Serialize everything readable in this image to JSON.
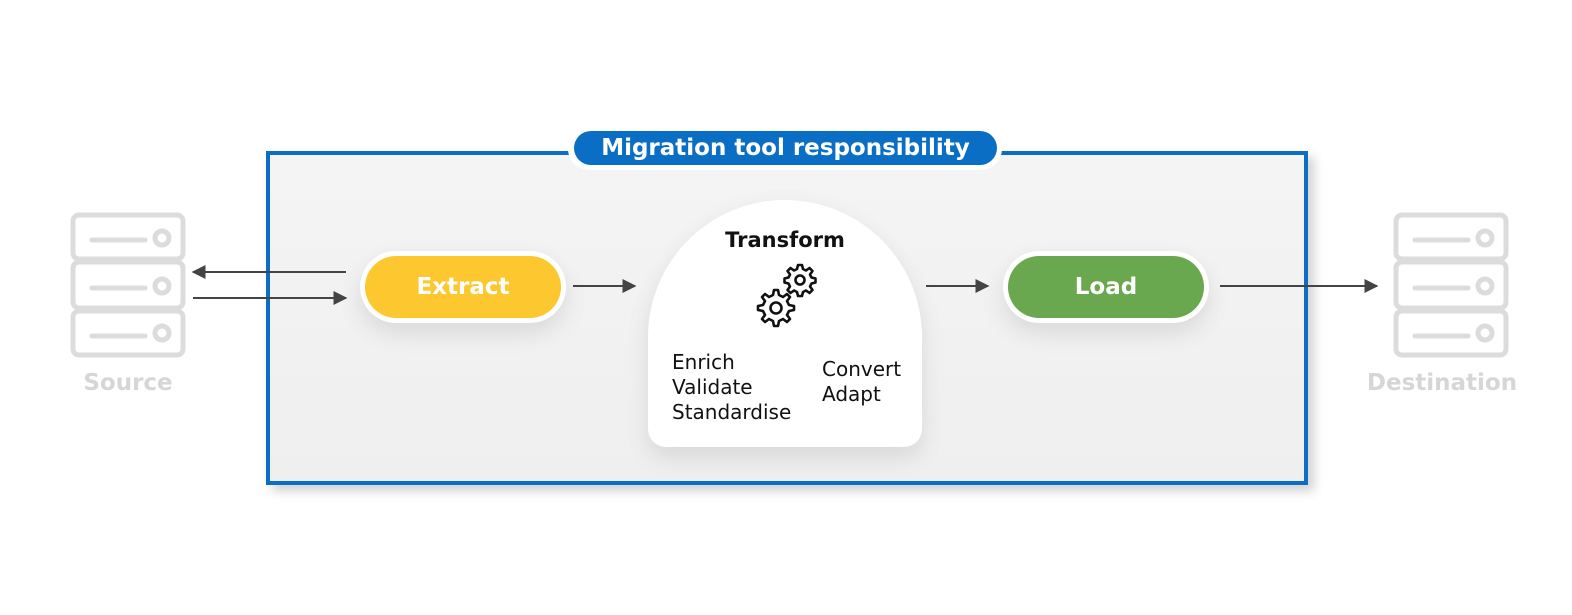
{
  "diagram": {
    "boundary_label": "Migration tool responsibility",
    "source_label": "Source",
    "destination_label": "Destination",
    "steps": {
      "extract": {
        "label": "Extract",
        "color": "#fdc82f"
      },
      "transform": {
        "label": "Transform",
        "left_items": [
          "Enrich",
          "Validate",
          "Standardise"
        ],
        "right_items": [
          "Convert",
          "Adapt"
        ],
        "icon": "gears-icon"
      },
      "load": {
        "label": "Load",
        "color": "#6aa84f"
      }
    },
    "colors": {
      "accent_blue": "#0d6cc3",
      "server_gray": "#dcdcdc",
      "arrow": "#444444"
    }
  }
}
